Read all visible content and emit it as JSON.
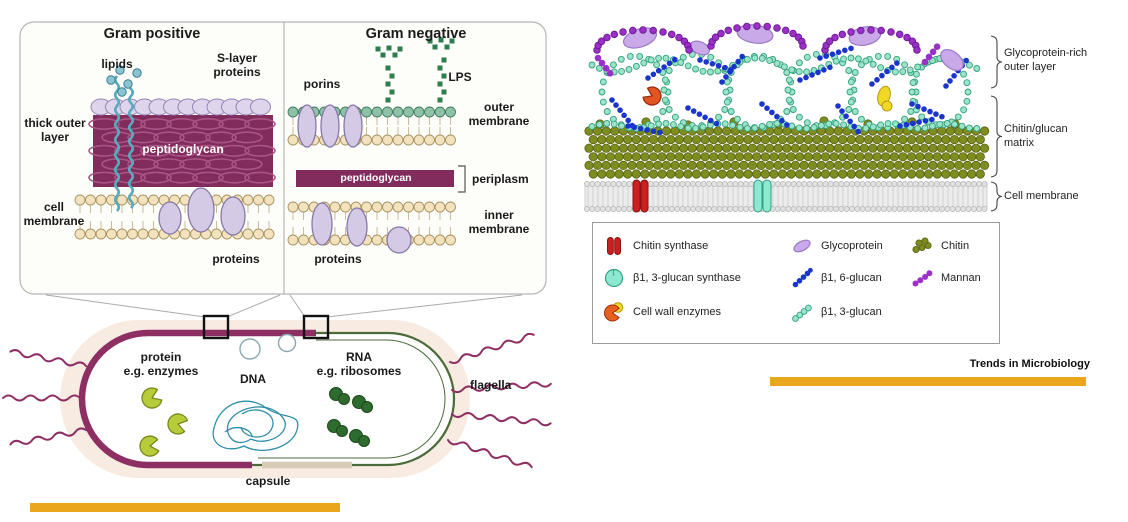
{
  "left": {
    "gram_positive": {
      "title": "Gram positive",
      "lipids": "lipids",
      "s_layer_proteins": "S-layer\nproteins",
      "thick_outer_layer": "thick outer\nlayer",
      "peptidoglycan": "peptidoglycan",
      "cell_membrane": "cell\nmembrane",
      "proteins": "proteins"
    },
    "gram_negative": {
      "title": "Gram negative",
      "porins": "porins",
      "lps": "LPS",
      "outer_membrane": "outer\nmembrane",
      "peptidoglycan": "peptidoglycan",
      "periplasm": "periplasm",
      "inner_membrane": "inner\nmembrane",
      "proteins": "proteins"
    },
    "cell": {
      "protein": "protein\ne.g. enzymes",
      "dna": "DNA",
      "rna": "RNA\ne.g. ribosomes",
      "flagella": "flagella",
      "capsule": "capsule"
    }
  },
  "right": {
    "layers": [
      {
        "label": "Glycoprotein-rich\nouter layer"
      },
      {
        "label": "Chitin/glucan\nmatrix"
      },
      {
        "label": "Cell membrane"
      }
    ],
    "legend": {
      "col1": [
        {
          "icon": "chitin-synthase-icon",
          "label": "Chitin synthase"
        },
        {
          "icon": "b13-glucan-synthase-icon",
          "label": "β1, 3-glucan synthase"
        },
        {
          "icon": "cell-wall-enzymes-icon",
          "label": "Cell wall enzymes"
        }
      ],
      "col2": [
        {
          "icon": "glycoprotein-icon",
          "label": "Glycoprotein"
        },
        {
          "icon": "b16-glucan-icon",
          "label": "β1, 6-glucan"
        },
        {
          "icon": "b13-glucan-icon",
          "label": "β1, 3-glucan"
        }
      ],
      "col3": [
        {
          "icon": "chitin-icon",
          "label": "Chitin"
        },
        {
          "icon": "mannan-icon",
          "label": "Mannan"
        }
      ]
    },
    "attribution": "Trends in Microbiology"
  },
  "colors": {
    "magenta": "#8e2f63",
    "band_magenta": "#822c5e",
    "band_texture": "#a85585",
    "highlight_bar": "#eaa61c",
    "chitin_olive": "#7e8c20",
    "glucan_teal": "#9ae4c8",
    "glucan_teal_stroke": "#34a080",
    "b16_blue": "#1a35cc",
    "mannan_purple": "#9a30c8",
    "glycoprotein_lavender": "#caa9e9",
    "synthase_red": "#cc2020",
    "enzyme_orange": "#e86020",
    "enzyme_yellow": "#f0d826",
    "ribosome_green": "#2e6b2e",
    "enzyme_yellow_green": "#b8cc3a",
    "membrane_tan": "#f2e2bd",
    "membrane_tan_stroke": "#a8925e",
    "lps_green": "#2e7d4f",
    "lps_head_green": "#8fc0a8",
    "protein_purple": "#d5cae5",
    "protein_purple_stroke": "#8878a8",
    "teal_squiggle": "#58aabc",
    "dna_teal": "#2e8ea8",
    "membrane_gray": "#ececec"
  }
}
